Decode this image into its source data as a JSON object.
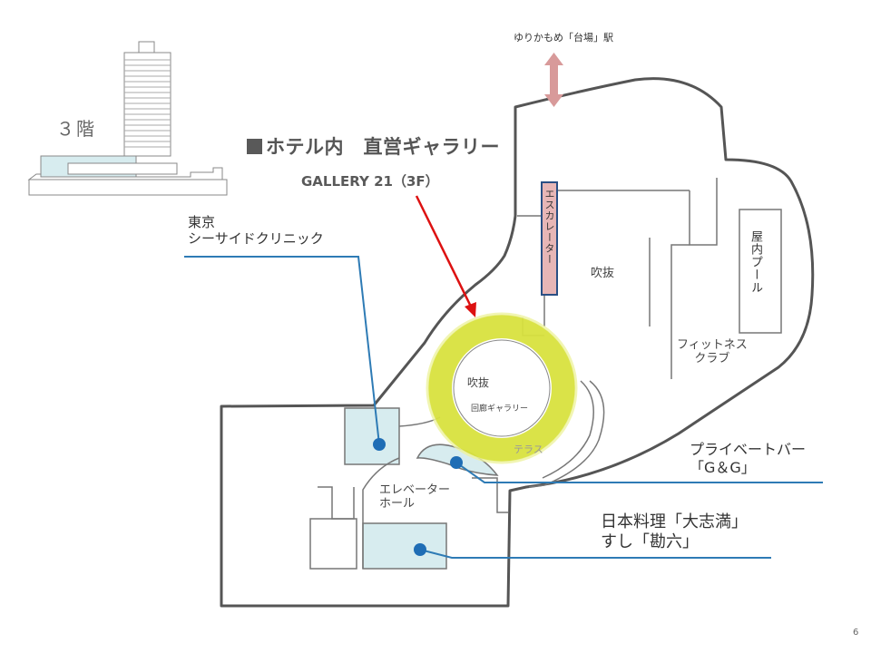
{
  "header": {
    "title": "ホテル内　直営ギャラリー",
    "subtitle": "GALLERY 21（3F）"
  },
  "floor_label": "３階",
  "station_label": "ゆりかもめ「台場」駅",
  "callouts": {
    "clinic": [
      "東京",
      "シーサイドクリニック"
    ],
    "bar": [
      "プライベートバー",
      "「G＆G」"
    ],
    "restaurant": [
      "日本料理「大志満」",
      "すし「勘六」"
    ]
  },
  "rooms": {
    "atrium_main": "吹抜",
    "atrium_gallery": "吹抜",
    "gallery_corridor": "回廊ギャラリー",
    "fitness": [
      "フィットネス",
      "クラブ"
    ],
    "terrace": "テラス",
    "elevator_hall": [
      "エレベーター",
      "ホール"
    ],
    "escalator": "エスカレーター",
    "indoor_pool": "屋内プール"
  },
  "page_number": "6",
  "colors": {
    "wall": "#555555",
    "callout_line": "#2e7bb5",
    "marker": "#1f6db5",
    "highlight_area": "#d7ecef",
    "gallery_ring": "#d8e23e",
    "arrow_red": "#dd1111",
    "station_arrow": "#d89a9a",
    "escalator_fill": "#e7b6b6",
    "escalator_border": "#2a4f84"
  }
}
